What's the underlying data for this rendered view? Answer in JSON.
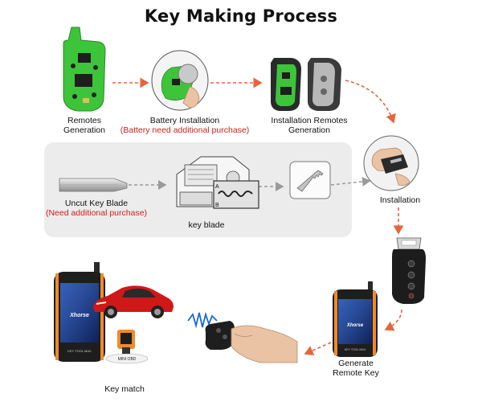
{
  "title": "Key Making Process",
  "steps": {
    "remotes_generation": {
      "line1": "Remotes",
      "line2": "Generation"
    },
    "battery_installation": {
      "line1": "Battery Installation",
      "note": "(Battery need additional purchase)"
    },
    "installation_remotes": {
      "line1": "Installation Remotes",
      "line2": "Generation"
    },
    "installation": {
      "label": "Installation"
    },
    "uncut_key": {
      "line1": "Uncut Key  Blade",
      "note": "(Need additional purchase)"
    },
    "key_blade": {
      "label": "key blade"
    },
    "generate_remote_key": {
      "line1": "Generate",
      "line2": "Remote Key"
    },
    "key_match": {
      "label": "Key match"
    }
  },
  "device": {
    "brand": "Xhorse",
    "model": "KEY TOOL MAX"
  },
  "obd": {
    "label": "MINI OBD"
  },
  "machine_marks": {
    "a": "A",
    "b": "B"
  },
  "colors": {
    "accent_red": "#d0201a",
    "arrow_orange": "#e8643c",
    "arrow_gray": "#9a9a9a",
    "pcb_green": "#3ec43a"
  },
  "icons": [
    "pcb-icon",
    "battery-icon",
    "key-shell-icon",
    "key-machine-icon",
    "cut-key-icon",
    "hand-icon",
    "remote-key-icon",
    "key-tool-device-icon",
    "car-icon",
    "signal-icon",
    "obd-icon"
  ]
}
